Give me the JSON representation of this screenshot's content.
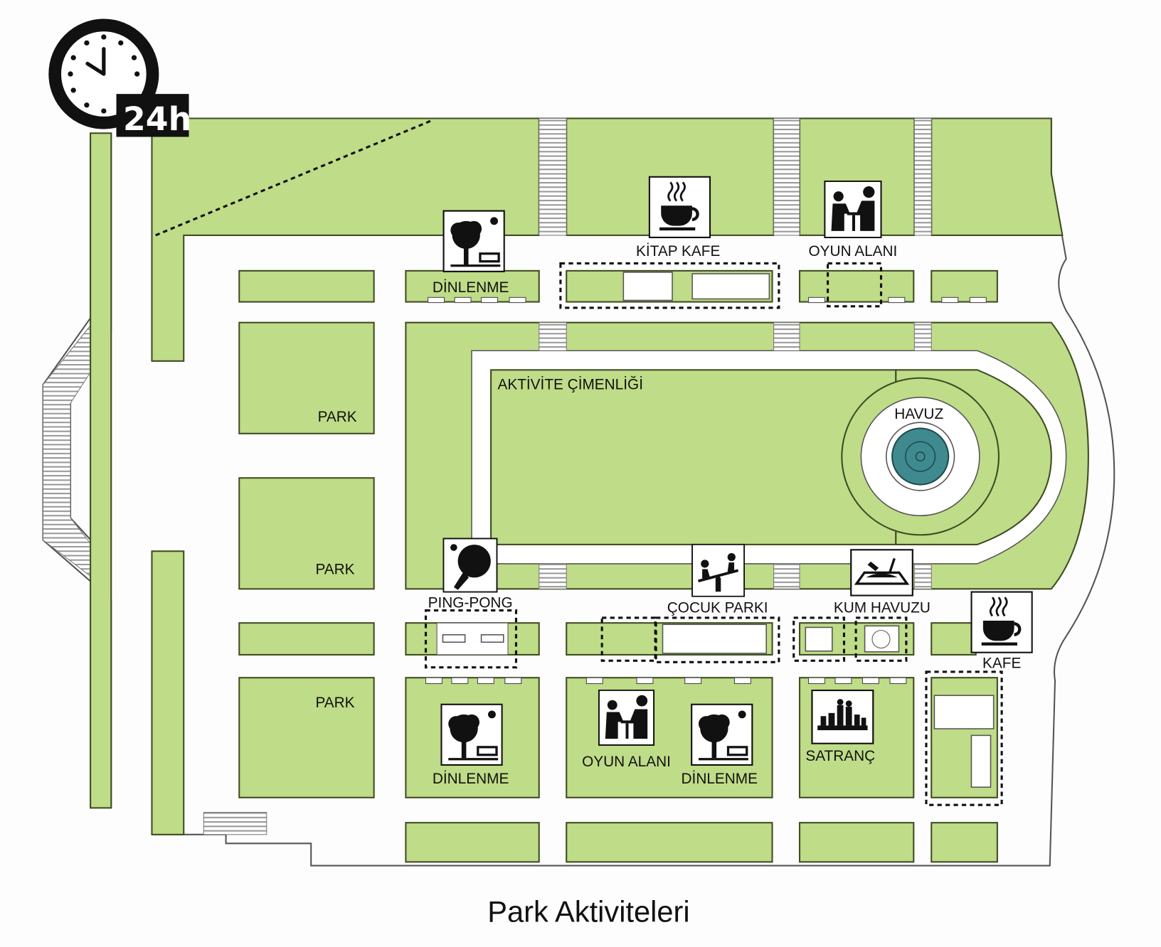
{
  "title": "Park Aktiviteleri",
  "badge": {
    "text": "24h",
    "icon": "clock-24h-icon"
  },
  "colors": {
    "grass": "#bfdc88",
    "outline": "#3f4d22",
    "pool": "#3f8a8f",
    "icon": "#111111"
  },
  "labels": {
    "kitap_kafe": "KİTAP KAFE",
    "oyun_alani_top": "OYUN ALANI",
    "dinlenme_top": "DİNLENME",
    "aktivite": "AKTİVİTE ÇİMENLİĞİ",
    "havuz": "HAVUZ",
    "park1": "PARK",
    "park2": "PARK",
    "park3": "PARK",
    "ping_pong": "PING-PONG",
    "cocuk_parki": "ÇOCUK PARKI",
    "kum_havuzu": "KUM HAVUZU",
    "kafe": "KAFE",
    "dinlenme_b1": "DİNLENME",
    "oyun_alani_b": "OYUN ALANI",
    "dinlenme_b2": "DİNLENME",
    "satranc": "SATRANÇ"
  }
}
